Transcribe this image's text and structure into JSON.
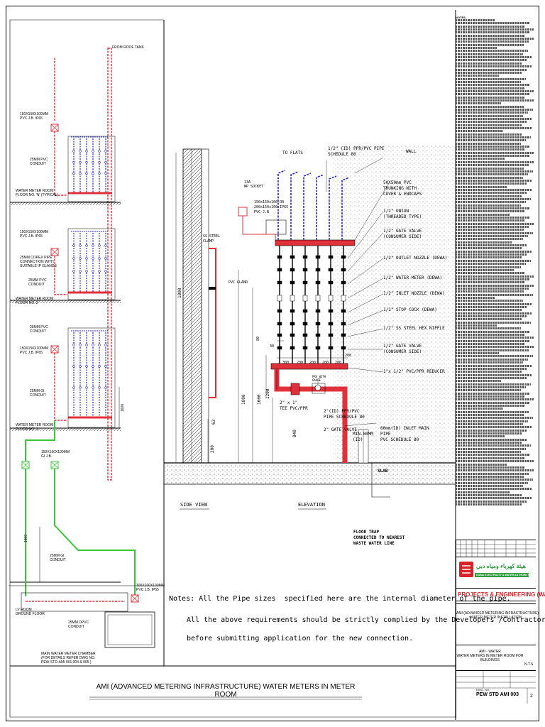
{
  "side_labels": {
    "from_roof_tank": "FROM ROOF TANK",
    "pvc_jb_1": "150X150X100MM\nPVC J.B. IP65",
    "pvc_conduit_1": "25MM PVC\nCONDUIT",
    "water_meter_room_floor_n": "WATER METER ROOM\nFLOOR NO. 'N' (TYPICAL)",
    "pvc_jb_2": "150X150X100MM\nPVC J.B. IP65",
    "copex_pipe": "25MM COPEX PIPE\nCONNECTION WITH\nSUITABLE IP GLANDS",
    "pvc_conduit_2": "25MM PVC\nCONDUIT",
    "water_meter_room_floor_2": "WATER METER ROOM\nFLOOR NO. 2",
    "pvc_conduit_3": "25MM PVC\nCONDUIT",
    "pvc_jb_3": "150X150X100MM\nPVC J.B. IP65",
    "gi_conduit_1": "25MM GI\nCONDUIT",
    "water_meter_room_floor_1": "WATER METER ROOM\nFLOOR NO. 1",
    "gi_jb": "150X150X100MM\nGI J.B.",
    "gi_conduit_2": "25MM GI\nCONDUIT",
    "lv_room": "LV ROOM\nGROUND FLOOR",
    "pvc_jb_4": "100X100X100MM\nPVC J.B. IP65",
    "dpvc_conduit": "25MM DPVC\nCONDUIT",
    "main_chamber": "MAIN WATER METER CHAMBER\n(FOR DETAILS REFER DWG NO.\nPEW-STD-AMI 001,004 & 005 )",
    "dim_1800": "1800",
    "dim_1600": "1600"
  },
  "detail_labels": {
    "to_flats": "TO FLATS",
    "ppr_pipe": "1/2\" (ID) PPR/PVC PIPE\nSCHEDULE 80",
    "wall": "WALL",
    "socket": "13A\nWP SOCKET",
    "pvc_jb": "150x150x100 OR\n200x150x100 IP65\nPVC-J.B",
    "trunking": "50X50mm PVC\nTRUNKING WITH\nCOVER & ENDCAPS",
    "union": "1/2\" UNION\n(THREADED TYPE)",
    "gate_valve_1": "1/2\" GATE VALVE\n(CONSUMER SIDE)",
    "outlet_nozzle": "1/2\" OUTLET NOZZLE (DEWA)",
    "water_meter": "1/2\" WATER METER (DEWA)",
    "inlet_nozzle": "1/2\" INLET NOZZLE (DEWA)",
    "stop_cock": "1/2\" STOP COCK (DEWA)",
    "nipple": "1/2\" SS STEEL HEX NIPPLE",
    "gate_valve_2": "1/2\" GATE VALVE\n(CONSUMER SIDE)",
    "reducer": "1\"x 1/2\" PVC/PPR REDUCER",
    "ss_clamp": "SS STEEL\nCLAMP",
    "pvc_gland": "PVC GLAND",
    "prv": "PRV WITH\nGAUGE",
    "tee": "2\" x 1\"\nTEE PVC/PPR",
    "ppr_pipe_2": "2\"(ID) PPR/PVC\nPIPE SCHEDULE 80",
    "gate_valve_3": "2\" GATE VALVE",
    "inlet_main": "80mm(ID) INLET MAIN\nPIPE\nPVC SCHEDULE 80",
    "min_80": "MIN.80MM\n(ID)",
    "slab": "SLAB",
    "side_view": "SIDE VIEW",
    "elevation": "ELEVATION",
    "floor_trap": "FLOOR TRAP\nCONNECTED TO NEAREST\nWASTE WATER LINE",
    "dims": [
      "300",
      "200",
      "200",
      "200",
      "200",
      "200"
    ],
    "dim_80": "80",
    "dim_30": "30",
    "dim_1800": "1800",
    "dim_1600": "1600",
    "dim_1200": "1200",
    "dim_840": "840",
    "dim_200": "200",
    "dim_63": "63"
  },
  "notes_text": {
    "line1": "Notes: All the Pipe sizes  specified here are the internal diameter of the pipe.",
    "line2": "All the above requirements should be strictly complied by the Developers /Contractors",
    "line3": "before submitting application for the new connection."
  },
  "main_title": "AMI (ADVANCED METERING INFRASTRUCTURE) WATER METERS IN METER ROOM",
  "right_notes": {
    "heading": "NOTES:"
  },
  "title_block": {
    "org_name_ar": "هيئة كهرباء ومياه دبي",
    "org_name_en": "DUBAI ELECTRICITY & WATER AUTHORITY",
    "dept": "PROJECTS & ENGINEERING (WATER)",
    "project": "AMI (ADVANCED METERING INFRASTRUCTURE)\nWATER METER INSTALLATION",
    "sheet_title": "AMI - WATER\nWATER METERS IN METER ROOM FOR\nBUILDINGS",
    "drawing_no_label": "DWG. NO.",
    "drawing_no": "PEW STD AMI 003",
    "rev": "2",
    "scale": "N.T.S"
  },
  "colors": {
    "red_pipe": "#e0303a",
    "blue_pipe": "#2a2ac8",
    "green_conduit": "#38c838"
  }
}
